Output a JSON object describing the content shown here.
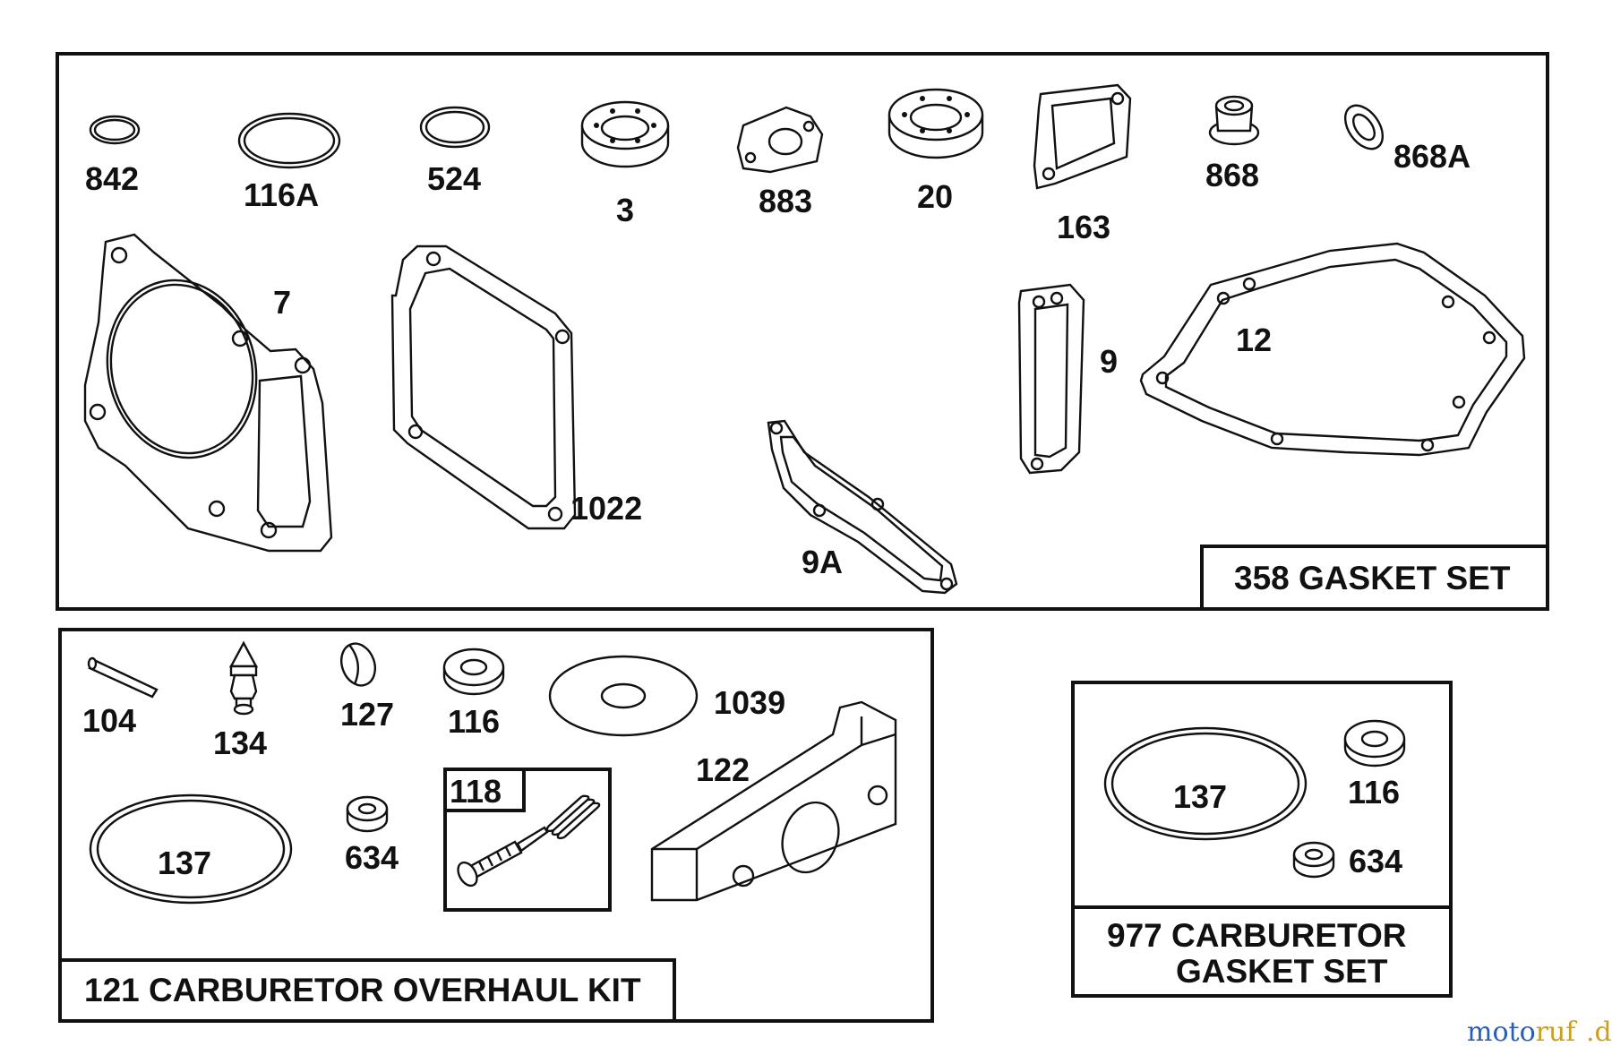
{
  "gasket_set": {
    "title": "358 GASKET SET",
    "parts": [
      "842",
      "116A",
      "524",
      "3",
      "883",
      "20",
      "163",
      "868",
      "868A",
      "7",
      "1022",
      "9",
      "12",
      "9A"
    ]
  },
  "carburetor_overhaul_kit": {
    "title": "121 CARBURETOR OVERHAUL KIT",
    "parts": [
      "104",
      "134",
      "127",
      "116",
      "1039",
      "137",
      "634",
      "118",
      "122"
    ]
  },
  "carburetor_gasket_set": {
    "title_line1": "977 CARBURETOR",
    "title_line2": "GASKET SET",
    "parts": [
      "137",
      "116",
      "634"
    ]
  },
  "watermark": {
    "text": "motoruf",
    "suffix": ".de"
  }
}
